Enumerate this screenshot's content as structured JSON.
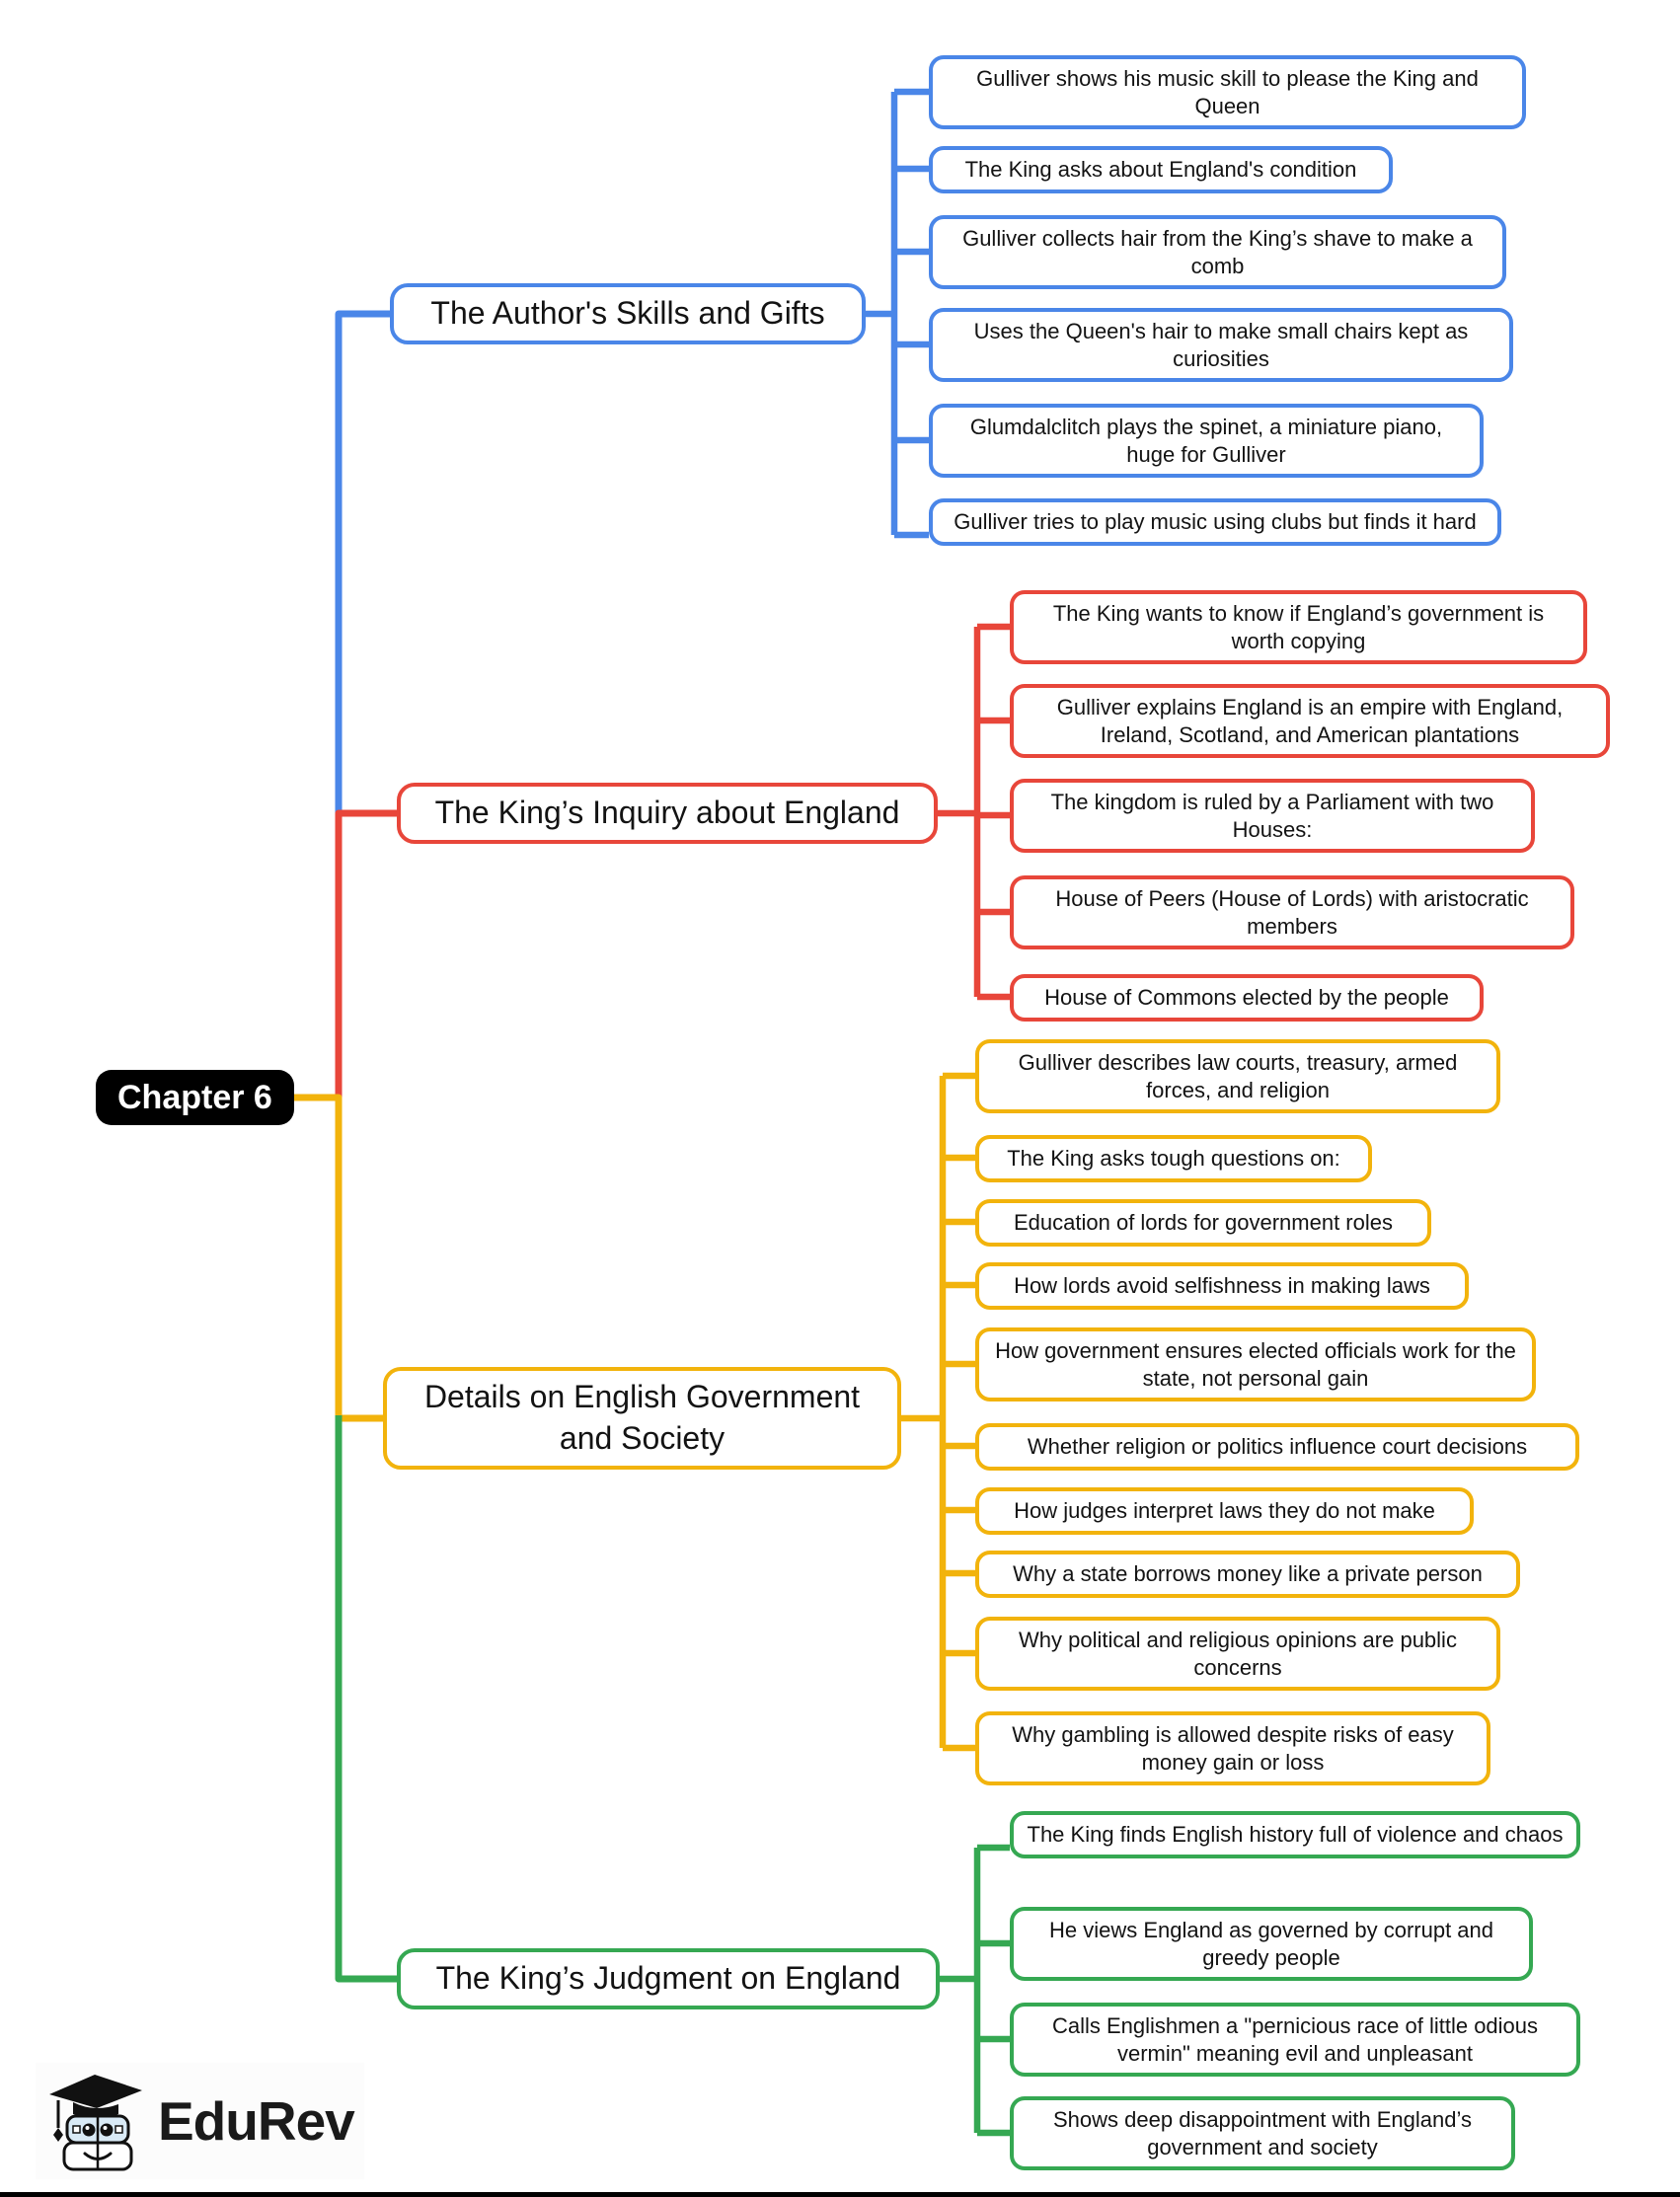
{
  "root": {
    "label": "Chapter 6",
    "bg_color": "#000000",
    "text_color": "#ffffff"
  },
  "branches": [
    {
      "label": "The Author's Skills and Gifts",
      "color": "#4a86e8",
      "children": [
        "Gulliver shows his music skill to please the King and Queen",
        "The King asks about England's condition",
        "Gulliver collects hair from the King’s shave to make a comb",
        "Uses the Queen's hair to make small chairs kept as curiosities",
        "Glumdalclitch plays the spinet, a miniature piano, huge for Gulliver",
        "Gulliver tries to play music using clubs but finds it hard"
      ]
    },
    {
      "label": "The King’s Inquiry about England",
      "color": "#e8463a",
      "children": [
        "The King wants to know if England’s government is worth copying",
        "Gulliver explains England is an empire with England, Ireland, Scotland, and American plantations",
        "The kingdom is ruled by a Parliament with two Houses:",
        "House of Peers (House of Lords) with aristocratic members",
        "House of Commons elected by the people"
      ]
    },
    {
      "label": "Details on English Government and Society",
      "color": "#f2b30c",
      "children": [
        "Gulliver describes law courts, treasury, armed forces, and religion",
        "The King asks tough questions on:",
        "Education of lords for government roles",
        "How lords avoid selfishness in making laws",
        "How government ensures elected officials work for the state, not personal gain",
        "Whether religion or politics influence court decisions",
        "How judges interpret laws they do not make",
        "Why a state borrows money like a private person",
        "Why political and religious opinions are public concerns",
        "Why gambling is allowed despite risks of easy money gain or loss"
      ]
    },
    {
      "label": "The King’s Judgment on England",
      "color": "#35a852",
      "children": [
        "The King finds English history full of violence and chaos",
        "He views England as governed by corrupt and greedy people",
        "Calls Englishmen a \"pernicious race of little odious vermin\" meaning evil and unpleasant",
        "Shows deep disappointment with England’s government and society"
      ]
    }
  ],
  "logo": {
    "brand": "EduRev",
    "icon": "graduation-cap-books-icon"
  }
}
